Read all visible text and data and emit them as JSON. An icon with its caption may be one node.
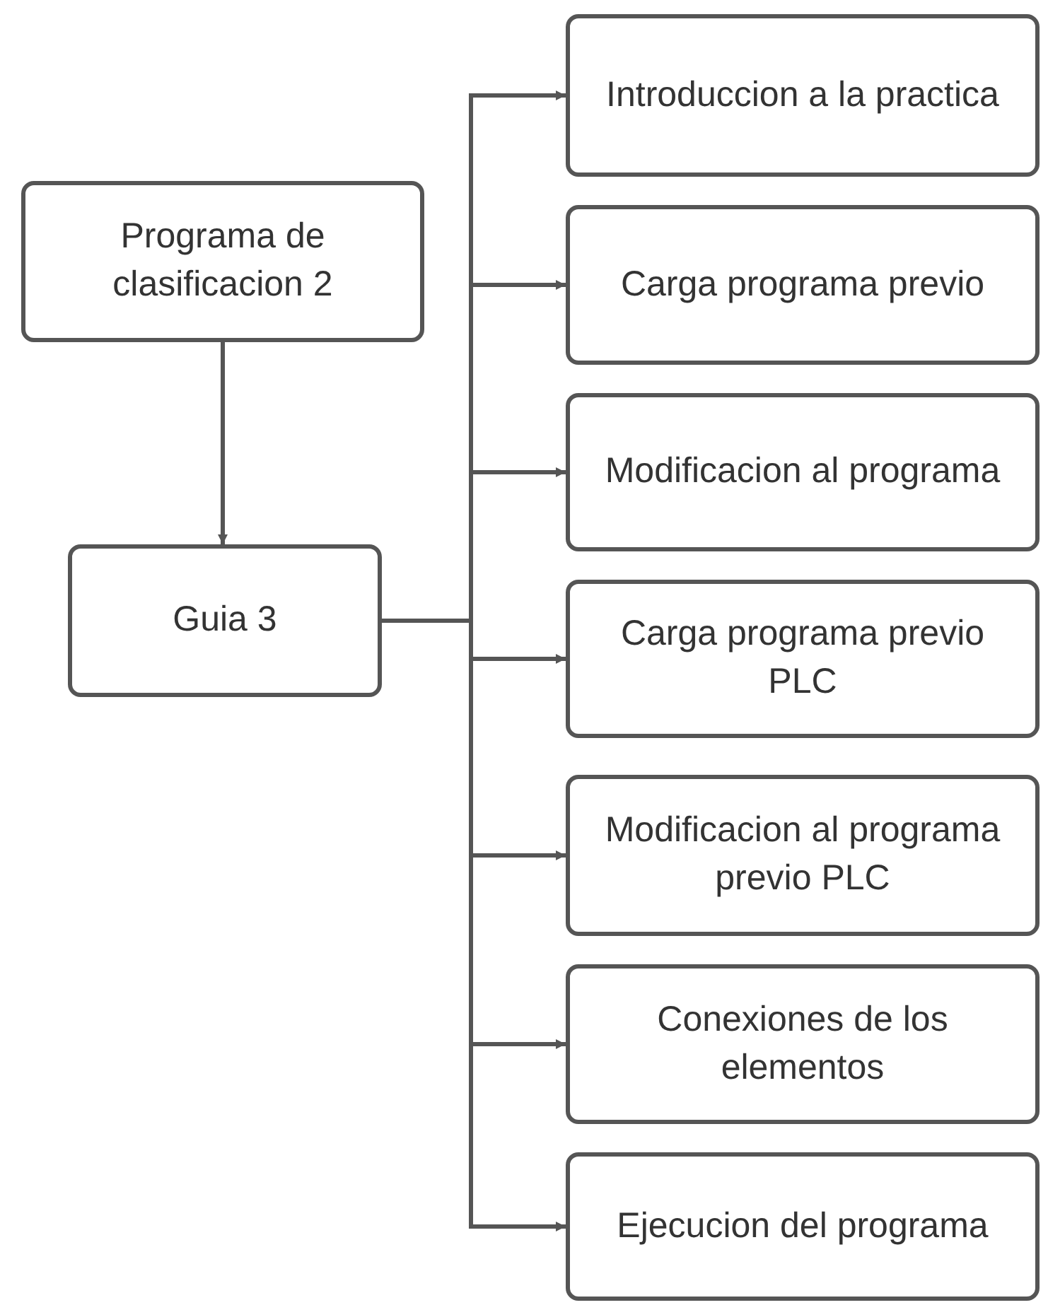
{
  "diagram": {
    "nodes": [
      {
        "text": [
          "Programa de clasificacion 2"
        ]
      },
      {
        "text": [
          "Guia 3"
        ]
      },
      {
        "text": [
          "Introduccion a la practica"
        ]
      },
      {
        "text": [
          "Carga programa previo"
        ]
      },
      {
        "text": [
          "Modificacion al programa"
        ]
      },
      {
        "text": [
          "Carga programa previo PLC"
        ]
      },
      {
        "text": [
          "Modificacion al programa previo PLC"
        ]
      },
      {
        "text": [
          "Conexiones de los elementos"
        ]
      },
      {
        "text": [
          "Ejecucion del programa"
        ]
      }
    ],
    "edges": [
      {
        "from": 0,
        "to": 1,
        "arrow": "to"
      },
      {
        "from": 1,
        "to": 2,
        "arrow": "to"
      },
      {
        "from": 1,
        "to": 3,
        "arrow": "to"
      },
      {
        "from": 1,
        "to": 4,
        "arrow": "to"
      },
      {
        "from": 1,
        "to": 5,
        "arrow": "to"
      },
      {
        "from": 1,
        "to": 6,
        "arrow": "to"
      },
      {
        "from": 1,
        "to": 7,
        "arrow": "to"
      },
      {
        "from": 1,
        "to": 8,
        "arrow": "to"
      }
    ]
  }
}
